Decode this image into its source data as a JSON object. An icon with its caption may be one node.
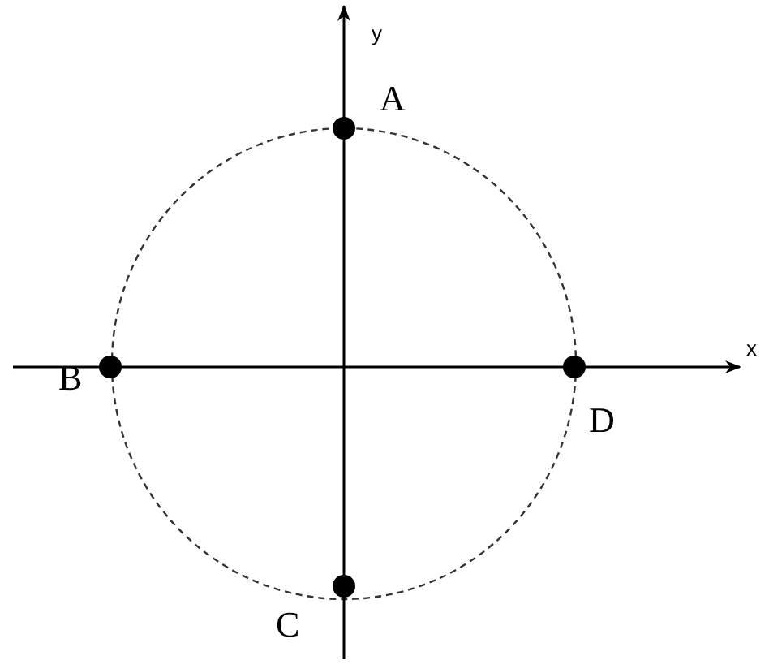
{
  "diagram": {
    "nodes": [
      {
        "text": [],
        "shape": "circle",
        "beside": [
          "A"
        ]
      },
      {
        "text": [],
        "shape": "circle",
        "beside": [
          "B"
        ]
      },
      {
        "text": [],
        "shape": "circle",
        "beside": [
          "C"
        ]
      },
      {
        "text": [],
        "shape": "circle",
        "beside": [
          "D"
        ]
      }
    ],
    "labels": [
      "y",
      "x"
    ]
  }
}
